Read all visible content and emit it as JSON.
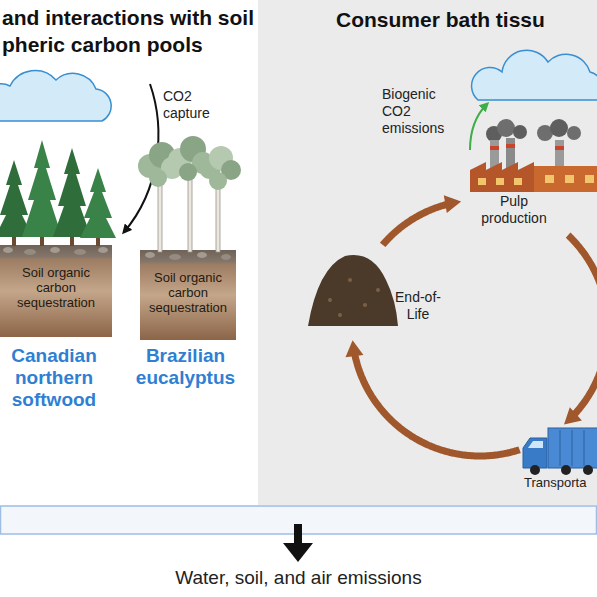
{
  "diagram": {
    "nodes": [
      {
        "text": [
          "and interactions with soil pheric carbon pools"
        ]
      },
      {
        "text": [
          "Consumer bath tissu"
        ]
      },
      {
        "text": [
          "Soil organic carbon sequestration"
        ],
        "in": 0
      },
      {
        "text": [
          "Soil organic carbon sequestration"
        ],
        "in": 0
      },
      {
        "text": [
          "Pulp production"
        ],
        "in": 1
      },
      {
        "text": [
          "End-of-Life"
        ],
        "in": 1
      },
      {
        "text": [
          "Transporta"
        ],
        "in": 1
      }
    ],
    "edges": [
      {
        "from": 4,
        "to": 6,
        "arrow": "to"
      },
      {
        "from": 6,
        "to": 5,
        "arrow": "to"
      },
      {
        "from": 5,
        "to": 4,
        "arrow": "to"
      }
    ],
    "labels": [
      "CO2 capture",
      "Canadian northern softwood",
      "Brazilian eucalyptus",
      "Biogenic CO2 emissions",
      "Water, soil, and air emissions"
    ]
  }
}
